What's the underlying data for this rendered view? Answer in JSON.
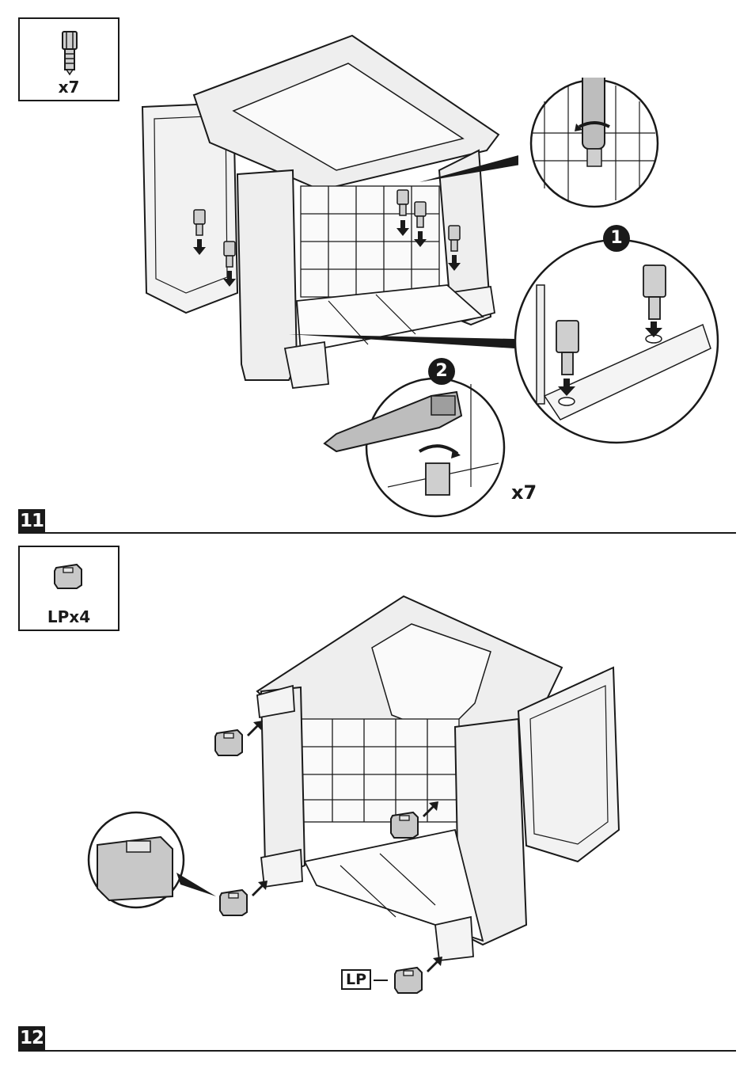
{
  "step11": {
    "number": "11",
    "parts_qty": "x7",
    "callout_1": "1",
    "callout_2": "2",
    "repeat_qty": "x7"
  },
  "step12": {
    "number": "12",
    "parts_qty": "LPx4",
    "cap_label": "LP"
  },
  "icons": [
    "adjustable-foot-icon",
    "leg-cap-icon",
    "adjusting-wrench-icon",
    "rotate-arrow-icon",
    "down-arrow-icon"
  ]
}
